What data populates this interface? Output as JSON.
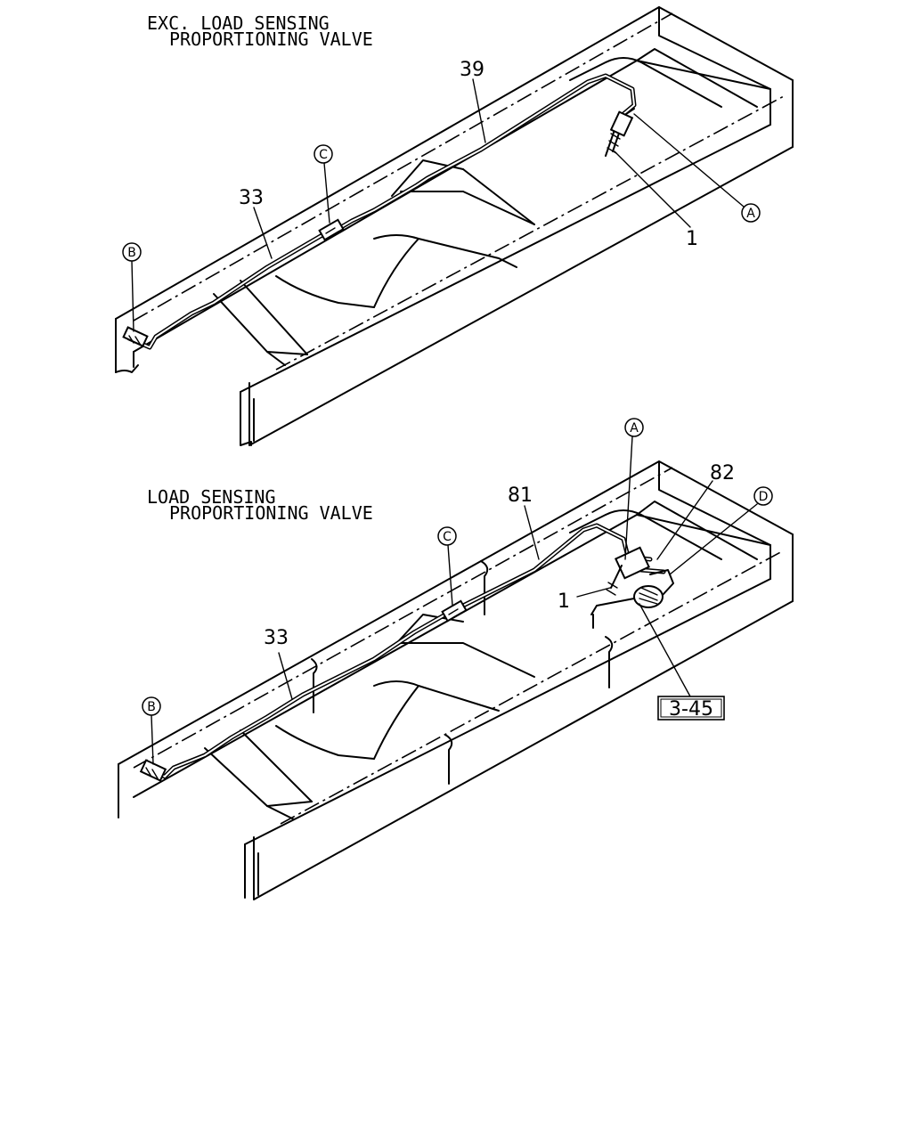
{
  "diagram_top": {
    "heading_line1": "EXC. LOAD SENSING",
    "heading_line2": "PROPORTIONING VALVE",
    "callouts": {
      "pipe_rear": "39",
      "pipe_front": "33",
      "valve": "1"
    },
    "circled": {
      "a": "A",
      "b": "B",
      "c": "C"
    }
  },
  "diagram_bottom": {
    "heading_line1": "LOAD SENSING",
    "heading_line2": "PROPORTIONING VALVE",
    "callouts": {
      "pipe_rear": "81",
      "pipe_front": "33",
      "valve": "1",
      "bracket": "82"
    },
    "circled": {
      "a": "A",
      "b": "B",
      "c": "C",
      "d": "D"
    },
    "ref_box": "3-45"
  }
}
